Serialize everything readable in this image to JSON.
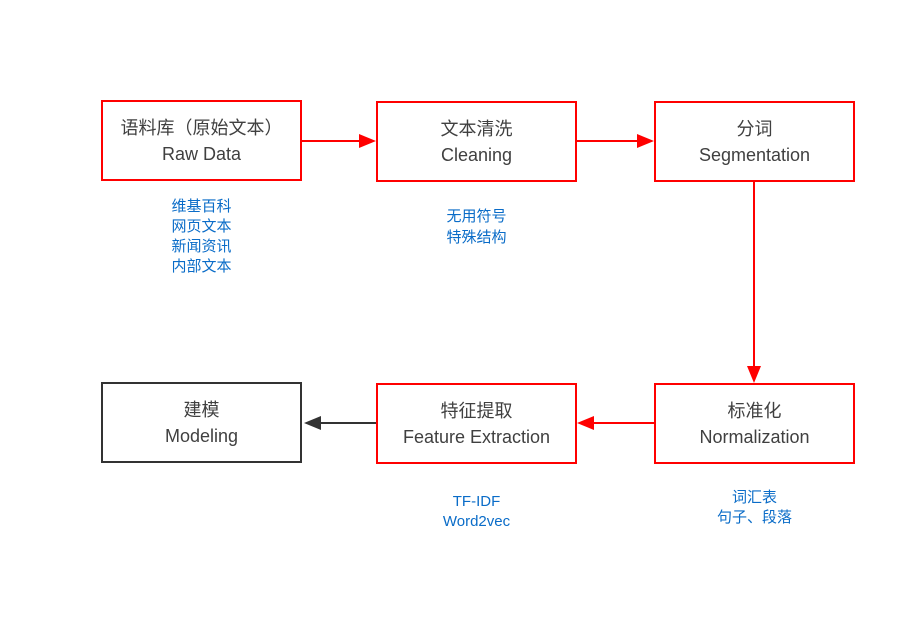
{
  "colors": {
    "process_border": "#ff0000",
    "final_border": "#333333",
    "arrow_red": "#ff0000",
    "arrow_black": "#333333",
    "node_text": "#404040",
    "annotation_text": "#0a6cc8",
    "background": "#ffffff"
  },
  "nodes": [
    {
      "id": "raw-data",
      "label_zh": "语料库（原始文本）",
      "label_en": "Raw Data"
    },
    {
      "id": "cleaning",
      "label_zh": "文本清洗",
      "label_en": "Cleaning"
    },
    {
      "id": "segmentation",
      "label_zh": "分词",
      "label_en": "Segmentation"
    },
    {
      "id": "normalization",
      "label_zh": "标准化",
      "label_en": "Normalization"
    },
    {
      "id": "feature-extraction",
      "label_zh": "特征提取",
      "label_en": "Feature Extraction"
    },
    {
      "id": "modeling",
      "label_zh": "建模",
      "label_en": "Modeling"
    }
  ],
  "annotations": [
    {
      "node": "raw-data",
      "lines": [
        "维基百科",
        "网页文本",
        "新闻资讯",
        "内部文本"
      ]
    },
    {
      "node": "cleaning",
      "lines": [
        "无用符号",
        "特殊结构"
      ]
    },
    {
      "node": "normalization",
      "lines": [
        "词汇表",
        "句子、段落"
      ]
    },
    {
      "node": "feature-extraction",
      "lines": [
        "TF-IDF",
        "Word2vec"
      ]
    }
  ],
  "edges": [
    {
      "from": "raw-data",
      "to": "cleaning",
      "color": "red",
      "direction": "right"
    },
    {
      "from": "cleaning",
      "to": "segmentation",
      "color": "red",
      "direction": "right"
    },
    {
      "from": "segmentation",
      "to": "normalization",
      "color": "red",
      "direction": "down"
    },
    {
      "from": "normalization",
      "to": "feature-extraction",
      "color": "red",
      "direction": "left"
    },
    {
      "from": "feature-extraction",
      "to": "modeling",
      "color": "black",
      "direction": "left"
    }
  ]
}
